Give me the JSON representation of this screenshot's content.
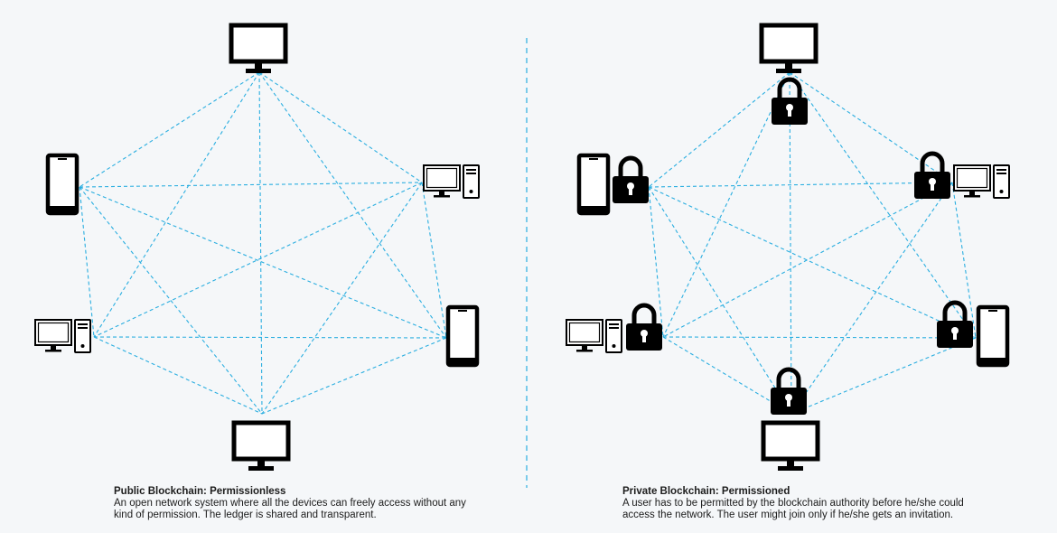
{
  "colors": {
    "connection": "#2aaee0",
    "device": "#000000",
    "background": "#f5f7f9"
  },
  "public_panel": {
    "title": "Public Blockchain: Permissionless",
    "description_line1": "An open network system where all the devices can freely access without any",
    "description_line2": "kind of permission. The ledger is shared and transparent.",
    "nodes": [
      {
        "id": "p-top",
        "icon": "monitor-icon",
        "locked": false
      },
      {
        "id": "p-left-phone",
        "icon": "smartphone-icon",
        "locked": false
      },
      {
        "id": "p-right-desktop",
        "icon": "desktop-computer-icon",
        "locked": false
      },
      {
        "id": "p-left-desktop",
        "icon": "desktop-computer-icon",
        "locked": false
      },
      {
        "id": "p-right-phone",
        "icon": "smartphone-icon",
        "locked": false
      },
      {
        "id": "p-bottom",
        "icon": "monitor-icon",
        "locked": false
      }
    ]
  },
  "private_panel": {
    "title": "Private Blockchain: Permissioned",
    "description_line1": "A user has to be permitted by the blockchain authority before he/she could",
    "description_line2": "access the network. The user might join only if he/she gets an invitation.",
    "nodes": [
      {
        "id": "q-top",
        "icon": "monitor-icon",
        "locked": true
      },
      {
        "id": "q-left-phone",
        "icon": "smartphone-icon",
        "locked": true
      },
      {
        "id": "q-right-desktop",
        "icon": "desktop-computer-icon",
        "locked": true
      },
      {
        "id": "q-left-desktop",
        "icon": "desktop-computer-icon",
        "locked": true
      },
      {
        "id": "q-right-phone",
        "icon": "smartphone-icon",
        "locked": true
      },
      {
        "id": "q-bottom",
        "icon": "monitor-icon",
        "locked": true
      }
    ]
  }
}
